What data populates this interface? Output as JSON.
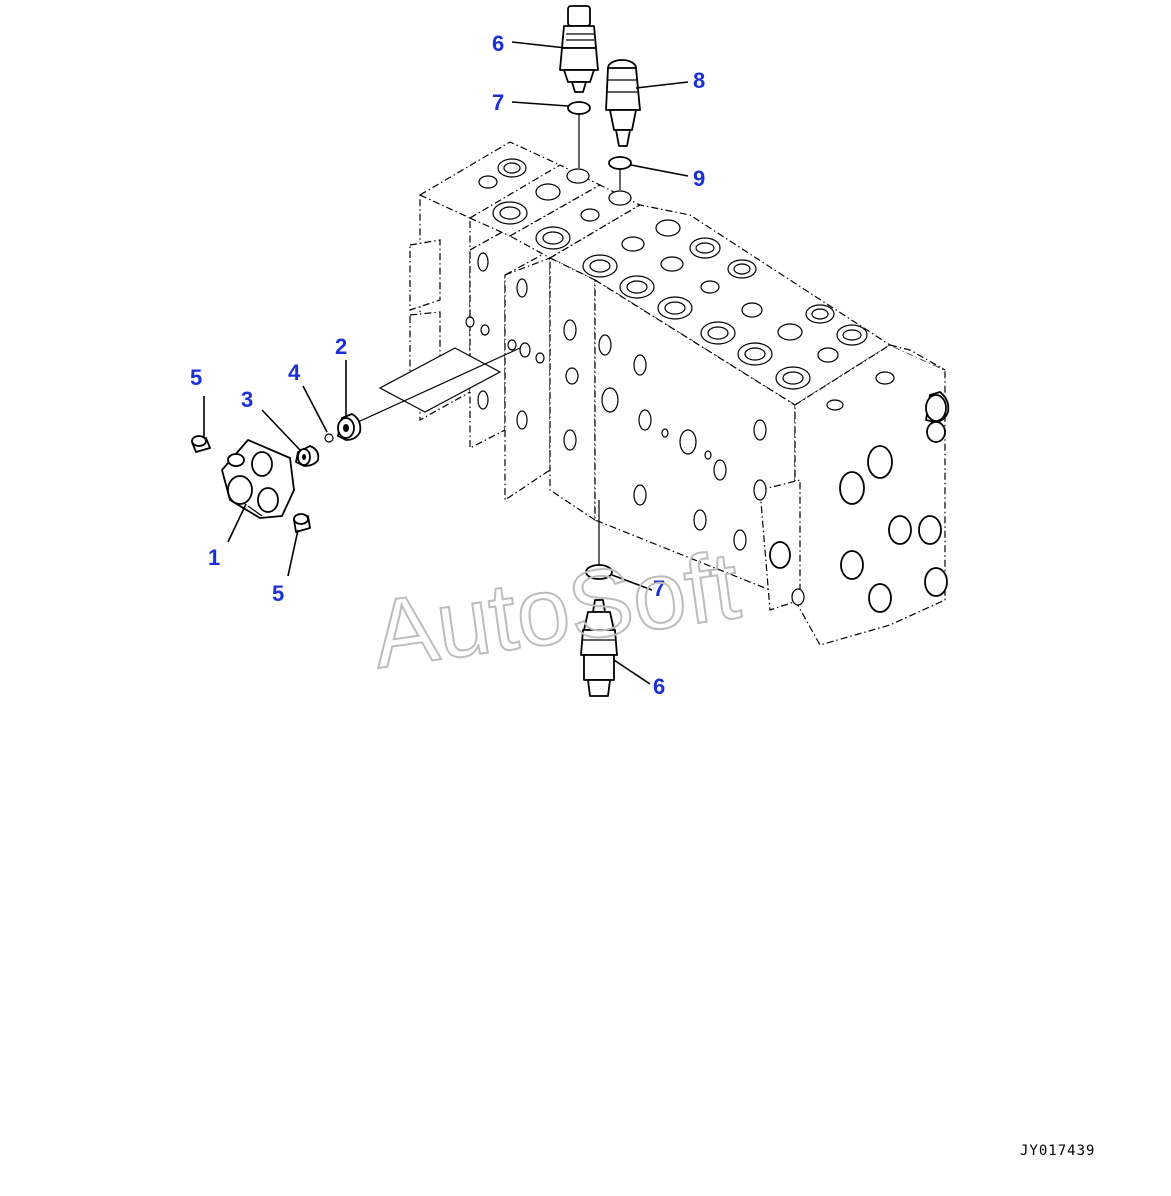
{
  "callouts": {
    "c1": "1",
    "c2": "2",
    "c3": "3",
    "c4": "4",
    "c5a": "5",
    "c5b": "5",
    "c6a": "6",
    "c6b": "6",
    "c7a": "7",
    "c7b": "7",
    "c8": "8",
    "c9": "9"
  },
  "watermark": "AutoSoft",
  "drawing_id": "JY017439",
  "colors": {
    "callout": "#1a2fd6",
    "line": "#000000",
    "watermark": "#bdbdbd"
  }
}
